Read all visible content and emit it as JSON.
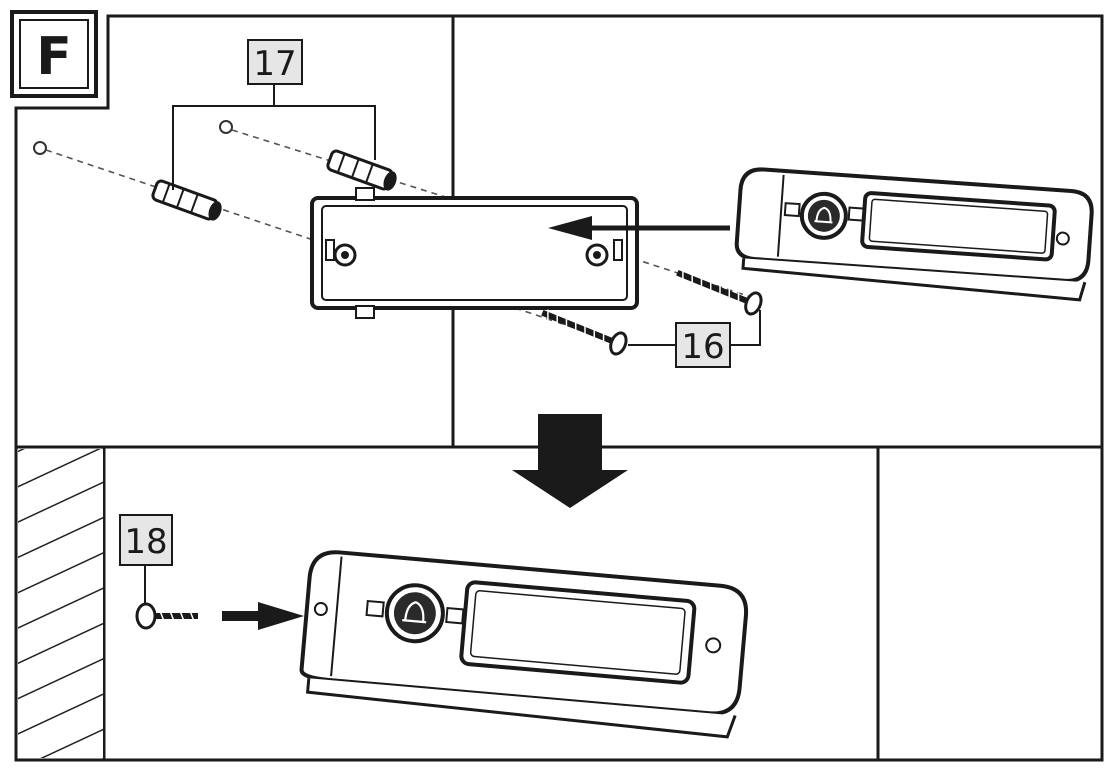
{
  "step": {
    "letter": "F"
  },
  "callouts": {
    "wall_plugs": "17",
    "mount_screws": "16",
    "lock_screw": "18"
  },
  "icons": [
    "bell-icon",
    "arrow-left-icon",
    "arrow-right-icon",
    "arrow-down-icon",
    "screw-icon",
    "wall-plug-icon"
  ]
}
